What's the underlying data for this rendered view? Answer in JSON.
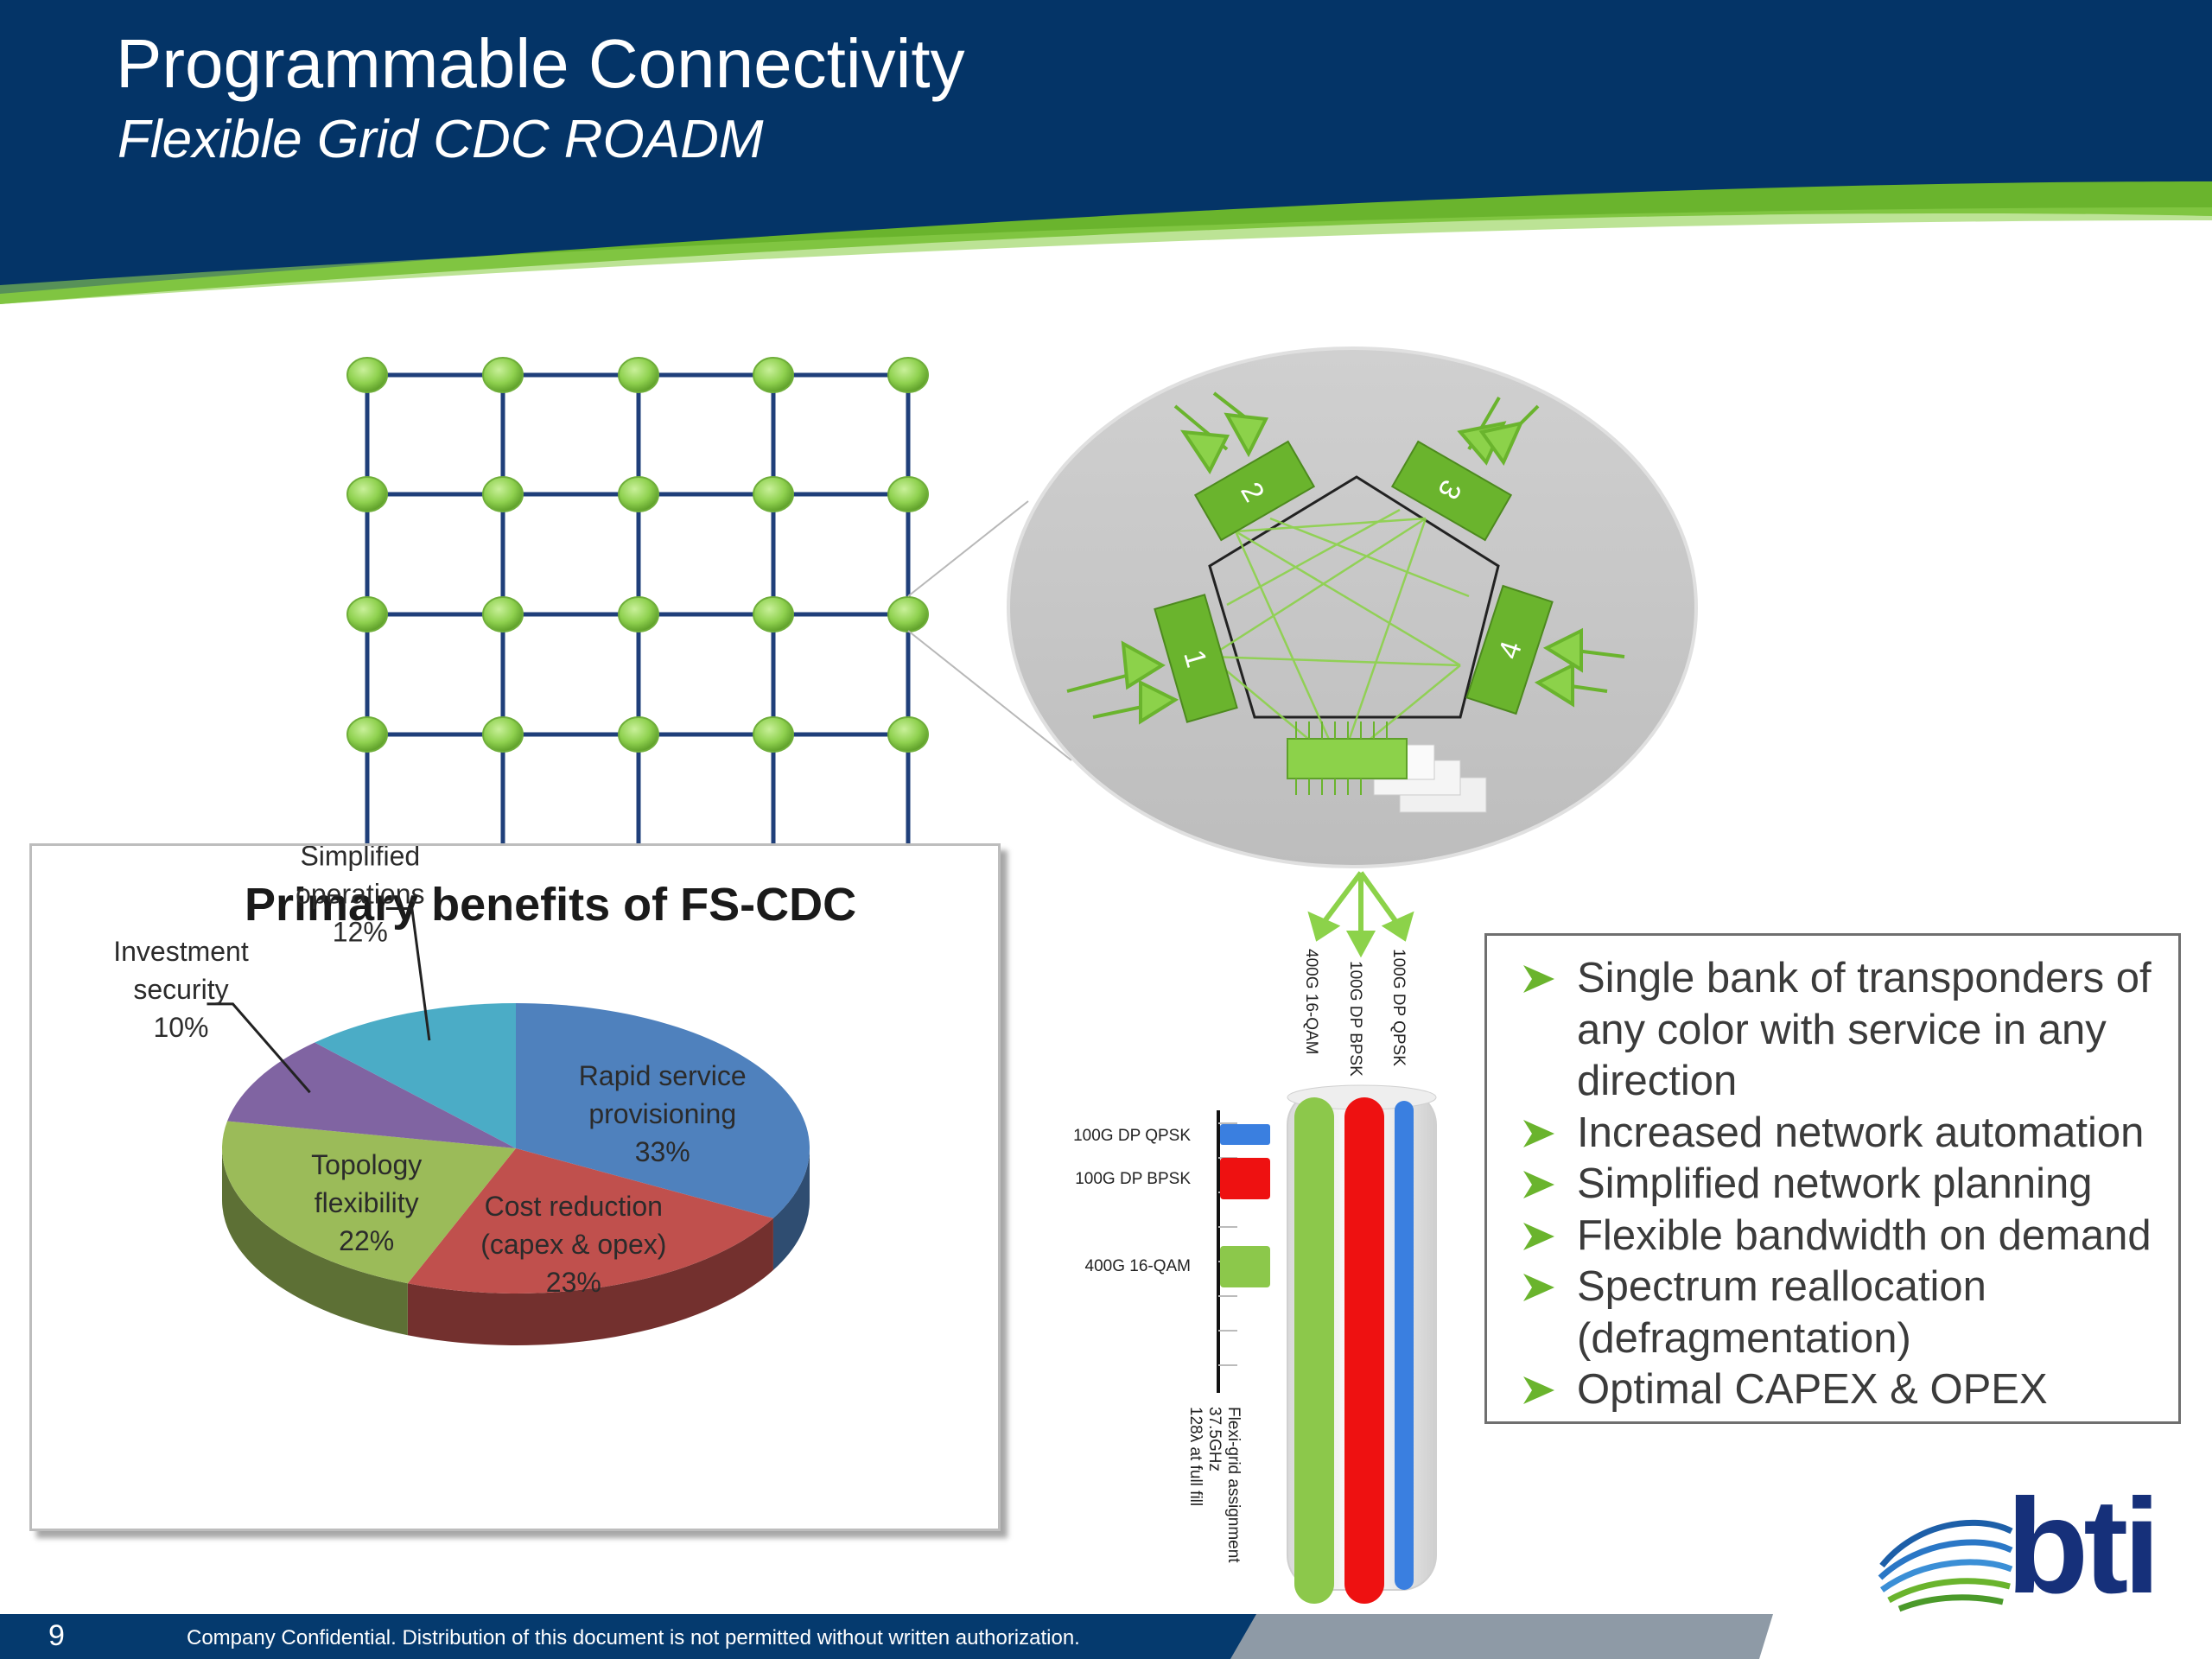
{
  "header": {
    "title": "Programmable Connectivity",
    "subtitle": "Flexible Grid CDC ROADM"
  },
  "roadm": {
    "degree_labels": [
      "1",
      "2",
      "3",
      "4"
    ],
    "wavelength_labels": [
      "400G 16-QAM",
      "100G DP BPSK",
      "100G DP QPSK"
    ],
    "legend": [
      {
        "label": "100G DP QPSK",
        "color": "#3a7fe0"
      },
      {
        "label": "100G DP BPSK",
        "color": "#ee1111"
      },
      {
        "label": "400G 16-QAM",
        "color": "#8cc84b"
      }
    ],
    "axis_label_line1": "Flexi-grid assignment",
    "axis_label_line2": "37.5GHz",
    "axis_label_line3": "128λ at full fill"
  },
  "chart_data": {
    "type": "pie",
    "title": "Primary benefits of FS-CDC",
    "slices": [
      {
        "label_lines": [
          "Rapid service",
          "provisioning",
          "33%"
        ],
        "value": 33,
        "color": "#4f81bd"
      },
      {
        "label_lines": [
          "Cost reduction",
          "(capex & opex)",
          "23%"
        ],
        "value": 23,
        "color": "#c0504d"
      },
      {
        "label_lines": [
          "Topology",
          "flexibility",
          "22%"
        ],
        "value": 22,
        "color": "#9bbb59"
      },
      {
        "label_lines": [
          "Investment",
          "security",
          "10%"
        ],
        "value": 10,
        "color": "#8064a2"
      },
      {
        "label_lines": [
          "Simplified",
          "operations",
          "12%"
        ],
        "value": 12,
        "color": "#4bacc6"
      }
    ]
  },
  "benefits": [
    "Single bank of transponders of any color with service in any direction",
    "Increased network automation",
    "Simplified network planning",
    "Flexible bandwidth on demand",
    "Spectrum reallocation (defragmentation)",
    "Optimal CAPEX & OPEX"
  ],
  "footer": {
    "page_number": "9",
    "confidential": "Company Confidential. Distribution of this document is not permitted without written authorization."
  },
  "logo": {
    "text": "bti"
  },
  "colors": {
    "navy": "#053a6e",
    "green": "#6ab42d",
    "node_green": "#8fd14f",
    "mesh_blue": "#1f3f7a"
  }
}
